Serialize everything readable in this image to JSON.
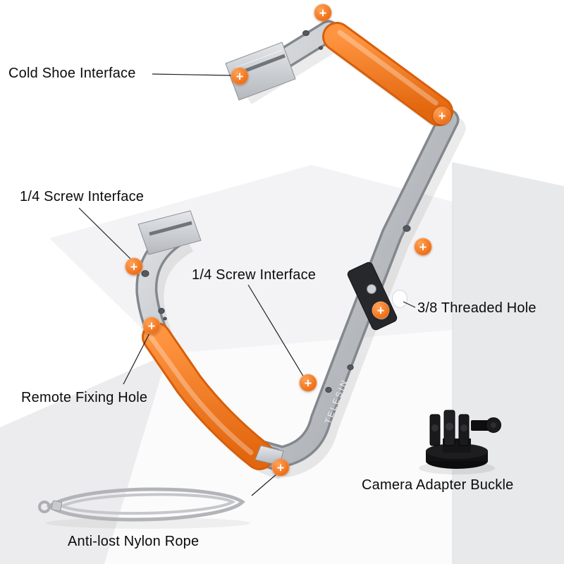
{
  "product": {
    "brand": "TELESIN"
  },
  "marker": {
    "symbol": "+"
  },
  "annotations": {
    "cold_shoe": {
      "label": "Cold Shoe Interface"
    },
    "quarter_screw_left": {
      "label": "1/4 Screw Interface"
    },
    "quarter_screw_center": {
      "label": "1/4 Screw Interface"
    },
    "threaded_hole": {
      "label": "3/8 Threaded Hole"
    },
    "remote_fixing_hole": {
      "label": "Remote Fixing Hole"
    },
    "camera_adapter_buckle": {
      "label": "Camera Adapter Buckle"
    },
    "anti_lost_rope": {
      "label": "Anti-lost Nylon Rope"
    }
  },
  "colors": {
    "accent_orange": "#ee7018",
    "metal_gray": "#b4b8bd",
    "label_text": "#0b0b0b",
    "background": "#ffffff"
  }
}
